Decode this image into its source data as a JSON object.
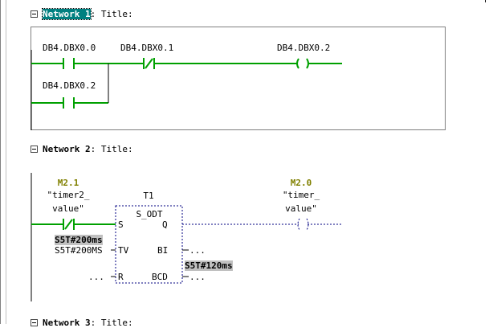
{
  "networks": [
    {
      "name": "Network 1",
      "separator": ": ",
      "title": "Title:",
      "selected": true,
      "contacts": [
        {
          "label": "DB4.DBX0.0",
          "type": "normally-open"
        },
        {
          "label": "DB4.DBX0.1",
          "type": "normally-closed"
        },
        {
          "label": "DB4.DBX0.2",
          "type": "normally-open"
        }
      ],
      "coil": {
        "label": "DB4.DBX0.2"
      }
    },
    {
      "name": "Network 2",
      "separator": ": ",
      "title": "Title:",
      "selected": false,
      "contact": {
        "address": "M2.1",
        "symbol_line1": "\"timer2_",
        "symbol_line2": "value\"",
        "type": "normally-closed"
      },
      "timer": {
        "name": "T1",
        "type": "S_ODT",
        "pins": {
          "s": "S",
          "q": "Q",
          "tv": "TV",
          "bi": "BI",
          "r": "R",
          "bcd": "BCD"
        },
        "tv_value_display": "S5T#200ms",
        "tv_value": "S5T#200MS",
        "bi_value": "...",
        "bi_runtime_value": "S5T#120ms",
        "r_value": "...",
        "bcd_value": "..."
      },
      "coil": {
        "address": "M2.0",
        "symbol_line1": "\"timer_",
        "symbol_line2": "value\""
      }
    },
    {
      "name": "Network 3",
      "separator": ": ",
      "title": "Title:"
    }
  ]
}
